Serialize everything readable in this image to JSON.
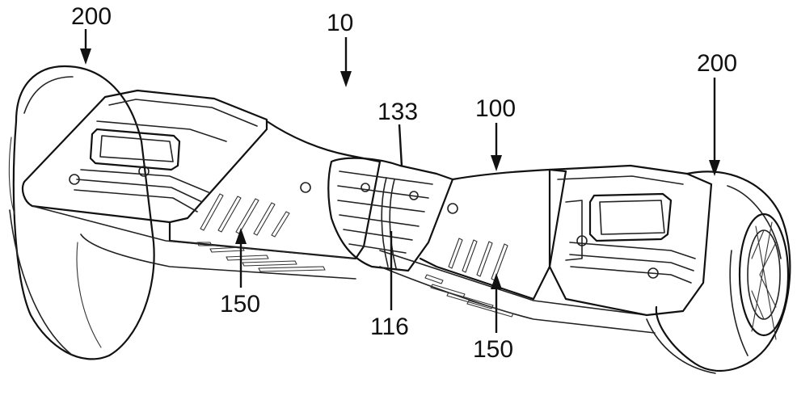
{
  "labels": {
    "wheel_left": "200",
    "body": "10",
    "connector": "133",
    "housing": "100",
    "wheel_right": "200",
    "vent_left": "150",
    "joint": "116",
    "vent_right": "150"
  }
}
